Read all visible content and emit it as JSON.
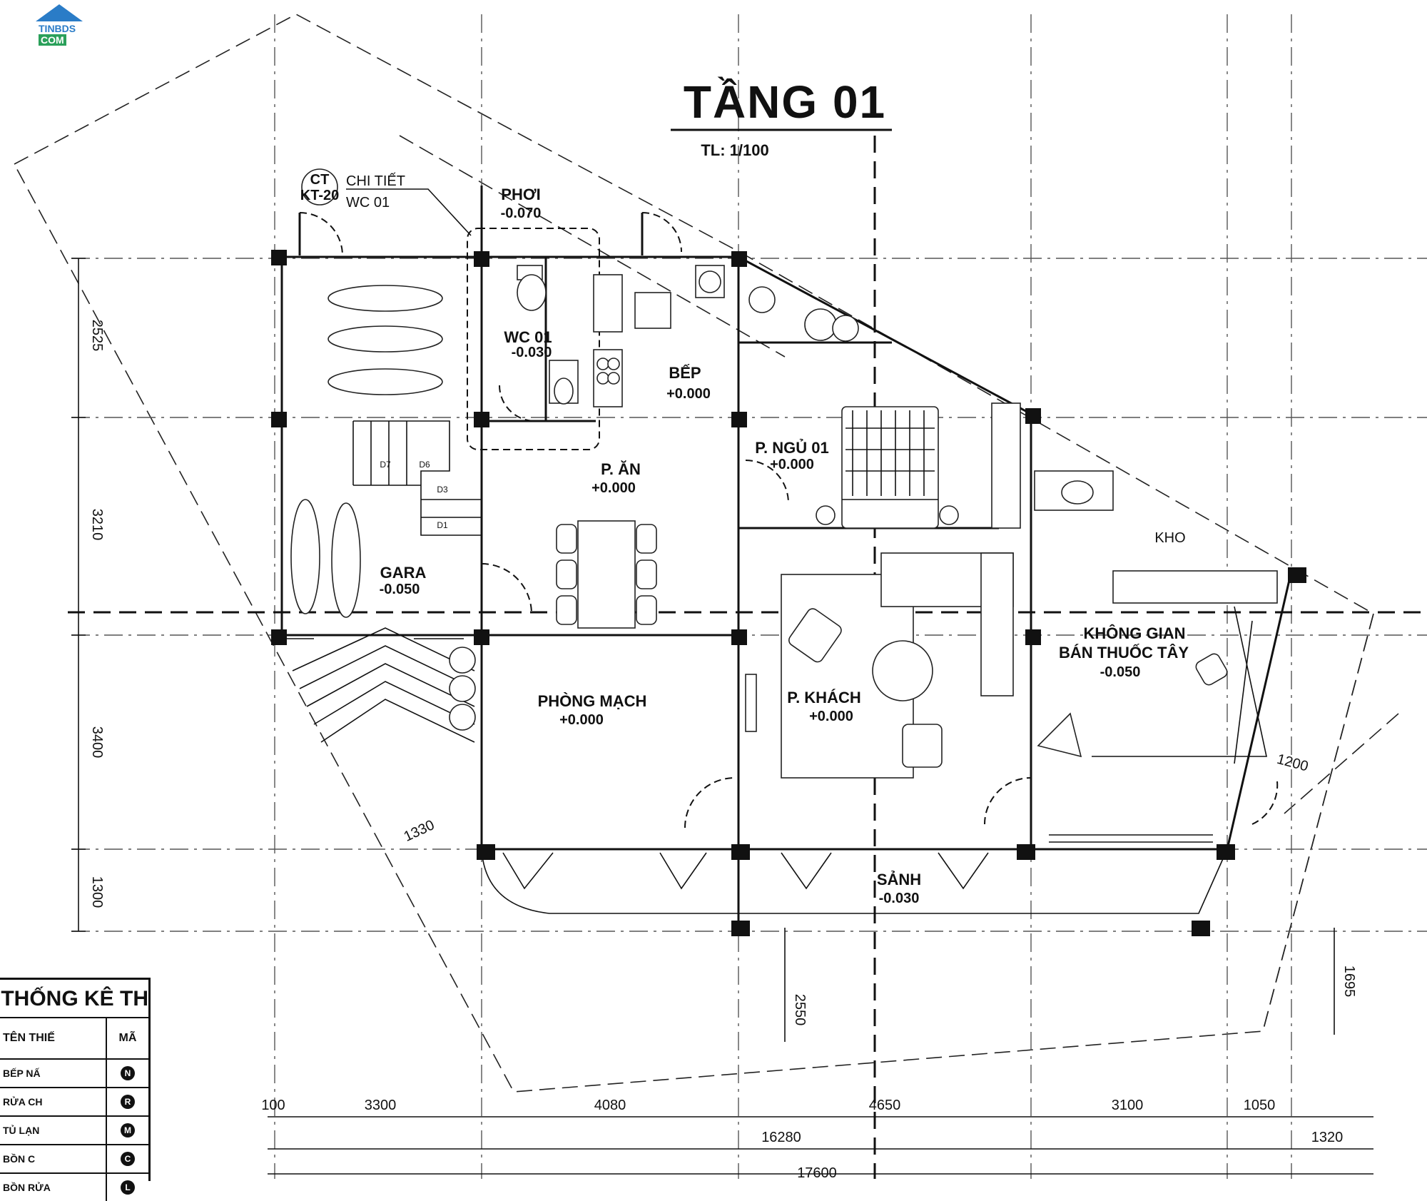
{
  "logo": {
    "line1": "TINBDS",
    "line2": "COM"
  },
  "header": {
    "title": "TẦNG 01",
    "scale": "TL: 1/100"
  },
  "detail_tag": {
    "line1": "CHI TIẾT",
    "line2": "WC 01",
    "code1": "CT",
    "code2": "KT-20"
  },
  "rooms": {
    "phoi": {
      "name": "PHƠI",
      "elev": "-0.070"
    },
    "wc01": {
      "name": "WC 01",
      "elev": "-0.030"
    },
    "bep": {
      "name": "BẾP",
      "elev": "+0.000"
    },
    "ngu01": {
      "name": "P. NGỦ 01",
      "elev": "+0.000"
    },
    "an": {
      "name": "P. ĂN",
      "elev": "+0.000"
    },
    "gara": {
      "name": "GARA",
      "elev": "-0.050"
    },
    "kho": {
      "name": "KHO"
    },
    "thuoc": {
      "name1": "KHÔNG GIAN",
      "name2": "BÁN THUỐC TÂY",
      "elev": "-0.050"
    },
    "mach": {
      "name": "PHÒNG MẠCH",
      "elev": "+0.000"
    },
    "khach": {
      "name": "P. KHÁCH",
      "elev": "+0.000"
    },
    "sanh": {
      "name": "SẢNH",
      "elev": "-0.030"
    }
  },
  "dims": {
    "left": [
      "2525",
      "3210",
      "3400",
      "1300"
    ],
    "bottom": [
      "100",
      "3300",
      "4080",
      "4650",
      "3100",
      "1050"
    ],
    "total1": "16280",
    "total2": "17600",
    "right_1320": "1320",
    "d1200": "1200",
    "d1330": "1330",
    "d2550": "2550",
    "d1695": "1695"
  },
  "stairs": [
    "D7",
    "D6",
    "D3",
    "D1"
  ],
  "legend": {
    "title": "THỐNG KÊ TH",
    "col_name": "TÊN THIẾ",
    "col_code": "MÃ",
    "rows": [
      {
        "name": "BẾP NẤ",
        "code": "N"
      },
      {
        "name": "RỬA CH",
        "code": "R"
      },
      {
        "name": "TỦ LẠN",
        "code": "M"
      },
      {
        "name": "BỒN C",
        "code": "C"
      },
      {
        "name": "BỒN RỬA",
        "code": "L"
      }
    ]
  }
}
